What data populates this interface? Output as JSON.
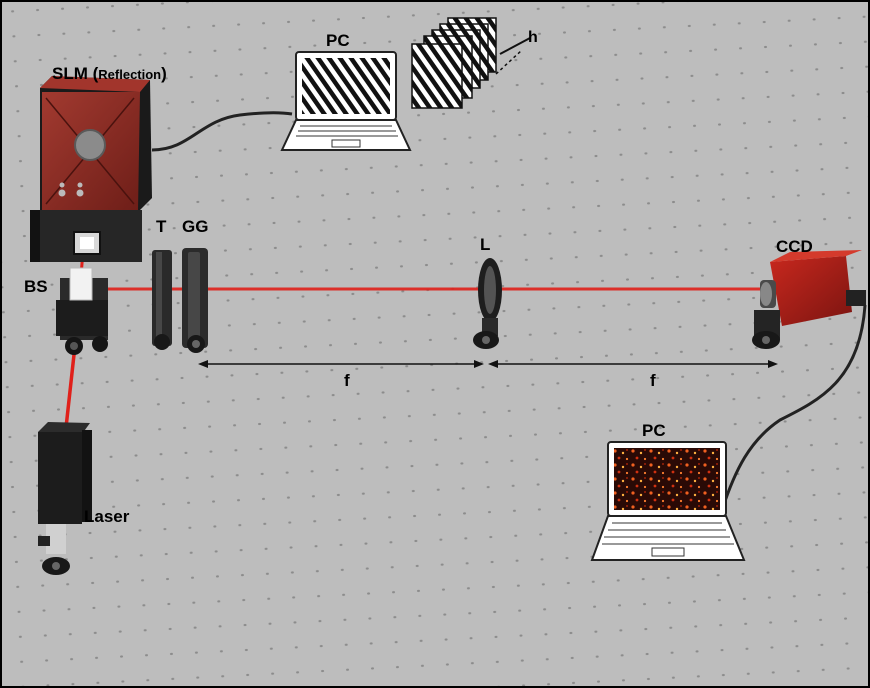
{
  "labels": {
    "slm_main": "SLM (",
    "slm_sub": "Reflection",
    "slm_close": ")",
    "pc_top": "PC",
    "h": "h",
    "t": "T",
    "gg": "GG",
    "l": "L",
    "ccd": "CCD",
    "bs": "BS",
    "f_left": "f",
    "f_right": "f",
    "pc_bottom": "PC",
    "laser": "Laser"
  },
  "colors": {
    "table": "#bdbdbd",
    "hole": "#8c8c8c",
    "beam": "#e0201a",
    "slm_body": "#8a2a22",
    "ccd_body": "#b2201a",
    "dark_metal": "#222222",
    "frame": "#000000"
  },
  "icons": [
    "slm-device-icon",
    "laptop-icon",
    "hologram-stack-icon",
    "beam-splitter-icon",
    "tilt-mount-icon",
    "lens-icon",
    "ccd-camera-icon",
    "laser-icon",
    "cable-icon",
    "distance-arrow-icon",
    "speckle-pattern-icon"
  ]
}
